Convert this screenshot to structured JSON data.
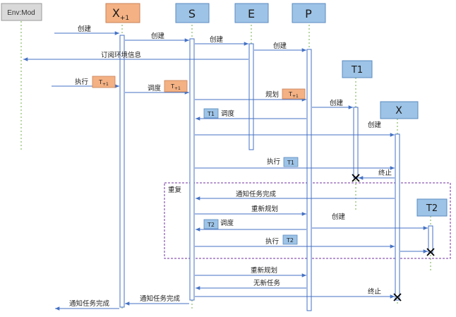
{
  "participants": {
    "env": "Env:Mod",
    "x": "X",
    "x_sub": "+1",
    "s": "S",
    "e": "E",
    "p": "P",
    "t1": "T1",
    "xa": "X",
    "t2": "T2"
  },
  "messages": {
    "m1": "创建",
    "m2": "创建",
    "m3": "创建",
    "m4": "创建",
    "m5": "订阅环境信息",
    "m6": "执行",
    "m7": "调度",
    "m8": "规划",
    "m9": "创建",
    "m10": "调度",
    "m11": "创建",
    "m12": "执行",
    "m13": "终止",
    "m14": "通知任务完成",
    "m15": "重新规划",
    "m16": "创建",
    "m17": "调度",
    "m18": "执行",
    "m19": "重新规划",
    "m20": "无新任务",
    "m21": "终止",
    "m22": "通知任务完成",
    "m23": "通知任务完成"
  },
  "tags": {
    "t_exec1": "T",
    "t_exec1_sub": "+1",
    "t_sched1": "T",
    "t_sched1_sub": "+1",
    "t_plan1": "T",
    "t_plan1_sub": "+1",
    "t1_sched": "T1",
    "t1_exec": "T1",
    "t2_sched": "T2",
    "t2_exec": "T2"
  },
  "loop": {
    "label": "重复"
  },
  "colors": {
    "blue_box": "#9DC3E6",
    "blue_border": "#5b8bc0",
    "orange_tag": "#F4B183",
    "orange_border": "#c9825a",
    "arrow": "#4472C4",
    "lifeline": "#70AD47",
    "loop_border": "#7030A0",
    "env_box": "#d9d9d9"
  }
}
